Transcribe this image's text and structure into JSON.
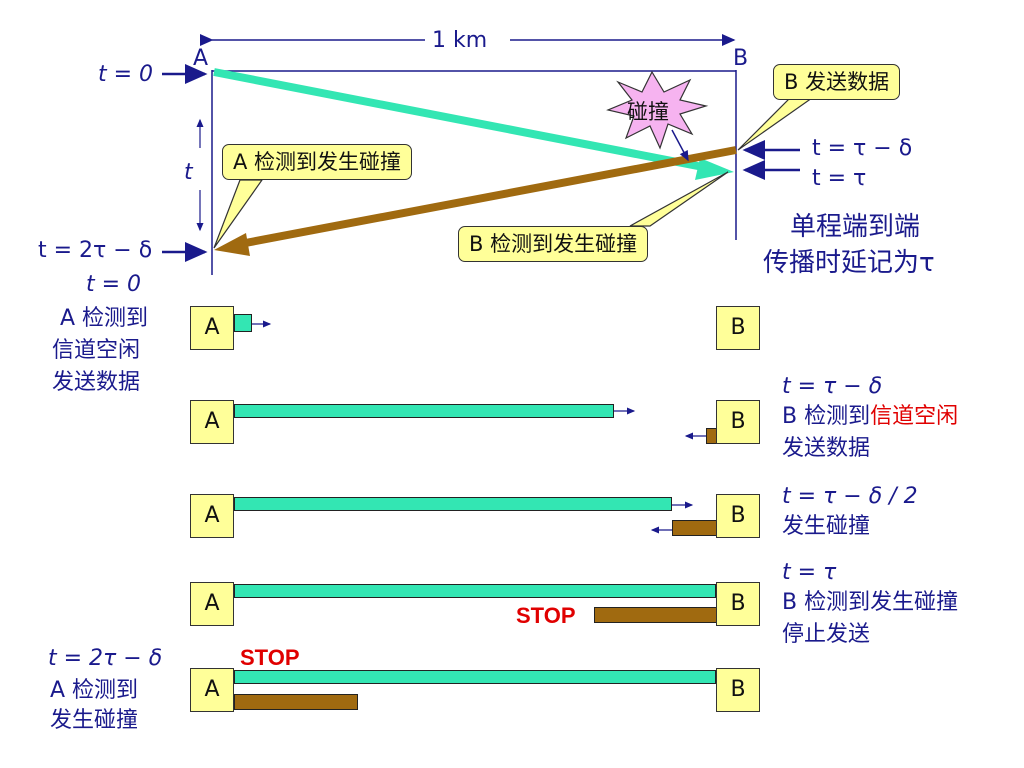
{
  "top": {
    "distance_label": "1 km",
    "A": "A",
    "B": "B",
    "t0": "t = 0",
    "t_axis": "t",
    "t_2tau_delta": "t = 2τ − δ",
    "t_tau_delta": "t = τ − δ",
    "t_tau": "t = τ",
    "collision_star": "碰撞",
    "callout_B_send": "B 发送数据",
    "callout_A_detect": "A 检测到发生碰撞",
    "callout_B_detect": "B 检测到发生碰撞",
    "note_line1": "单程端到端",
    "note_line2": "传播时延记为τ"
  },
  "rows": {
    "row1_left": [
      "t = 0",
      "A 检测到",
      "信道空闲",
      "发送数据"
    ],
    "row2_right_t": "t = τ − δ",
    "row2_right_prefix": "B 检测到",
    "row2_right_red": "信道空闲",
    "row2_right_line3": "发送数据",
    "row3_right": [
      "t = τ − δ / 2",
      "发生碰撞"
    ],
    "row4_right": [
      "t = τ",
      "B 检测到发生碰撞",
      "停止发送"
    ],
    "row5_left": [
      "t = 2τ − δ",
      "A 检测到",
      "发生碰撞"
    ],
    "stop": "STOP",
    "A": "A",
    "B": "B"
  },
  "colors": {
    "text_blue": "#1a1a8c",
    "green_signal": "#33e6b3",
    "brown_signal": "#a06a10",
    "callout_bg": "#ffff99",
    "stop_red": "#e00000"
  }
}
